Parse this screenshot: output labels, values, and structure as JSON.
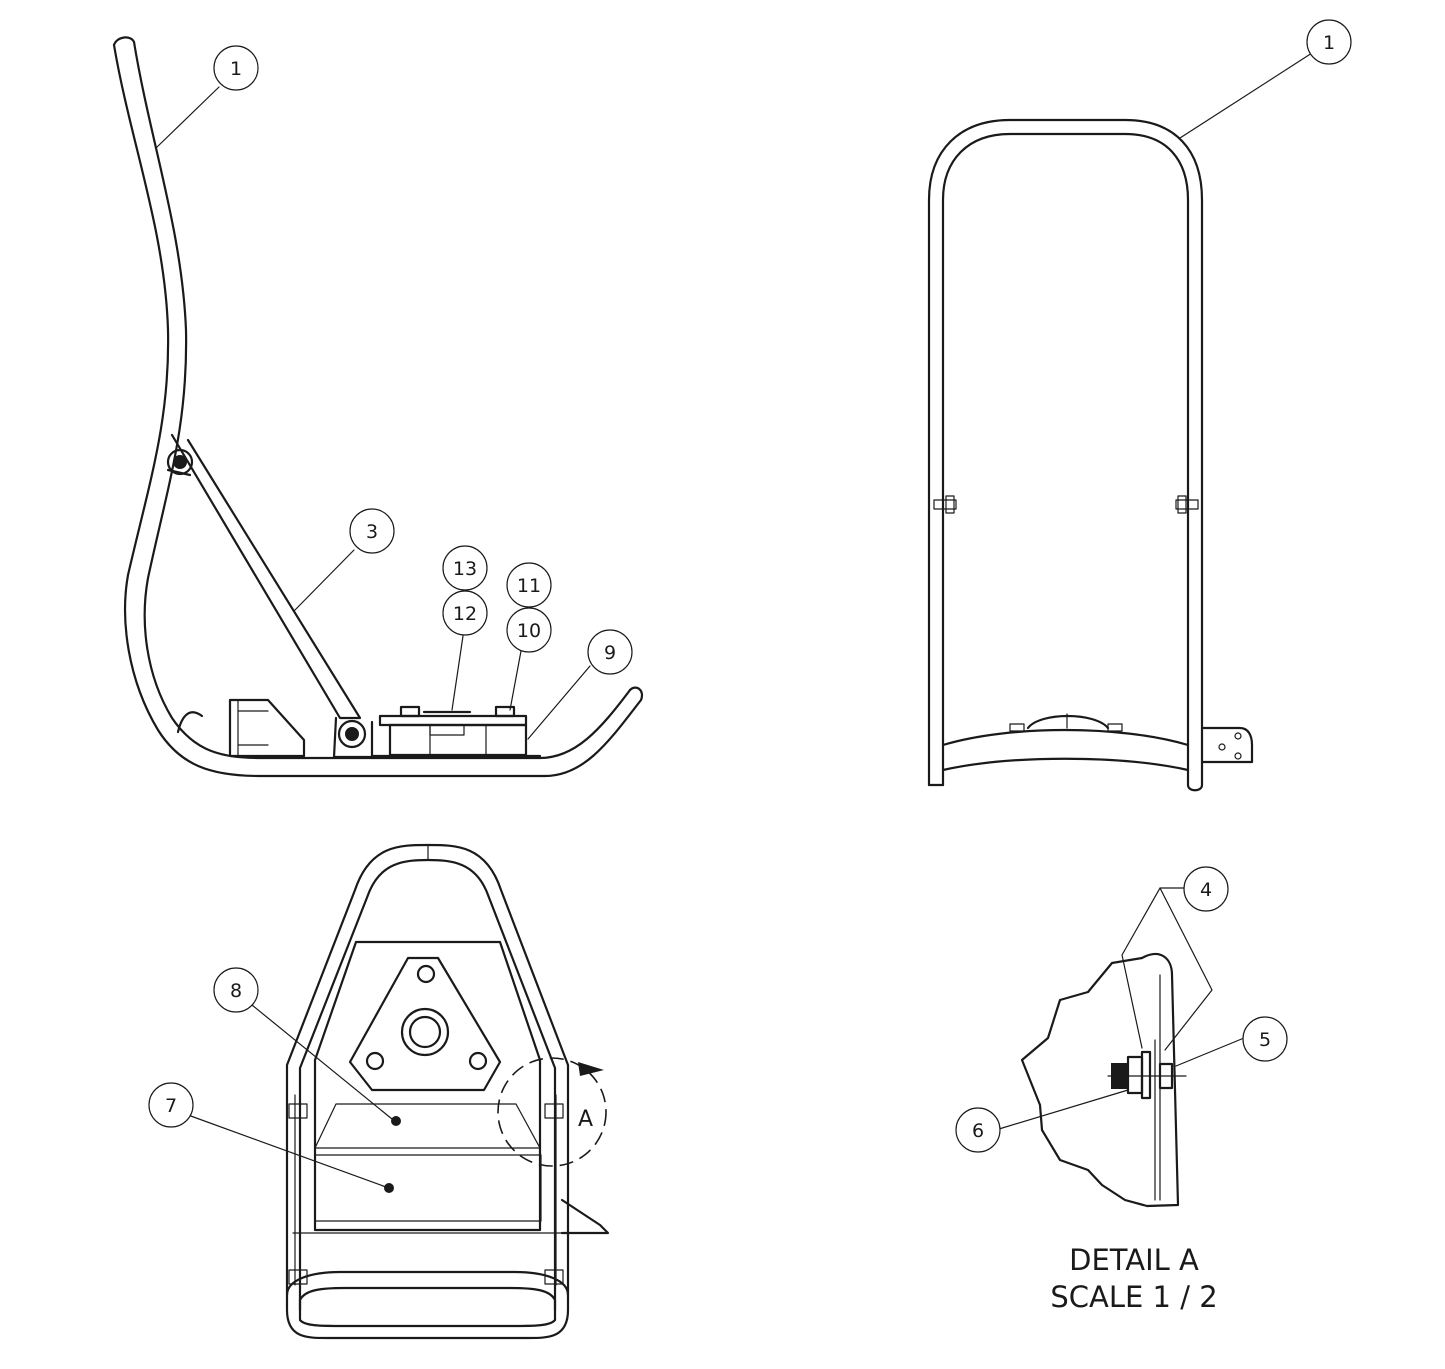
{
  "balloons": [
    {
      "id": "side-1",
      "label": "1"
    },
    {
      "id": "side-3",
      "label": "3"
    },
    {
      "id": "side-13",
      "label": "13"
    },
    {
      "id": "side-12",
      "label": "12"
    },
    {
      "id": "side-11",
      "label": "11"
    },
    {
      "id": "side-10",
      "label": "10"
    },
    {
      "id": "side-9",
      "label": "9"
    },
    {
      "id": "front-1",
      "label": "1"
    },
    {
      "id": "top-8",
      "label": "8"
    },
    {
      "id": "top-7",
      "label": "7"
    },
    {
      "id": "detail-4",
      "label": "4"
    },
    {
      "id": "detail-5",
      "label": "5"
    },
    {
      "id": "detail-6",
      "label": "6"
    }
  ],
  "section_marker": "A",
  "detail": {
    "title": "DETAIL  A",
    "scale": "SCALE 1 / 2"
  }
}
